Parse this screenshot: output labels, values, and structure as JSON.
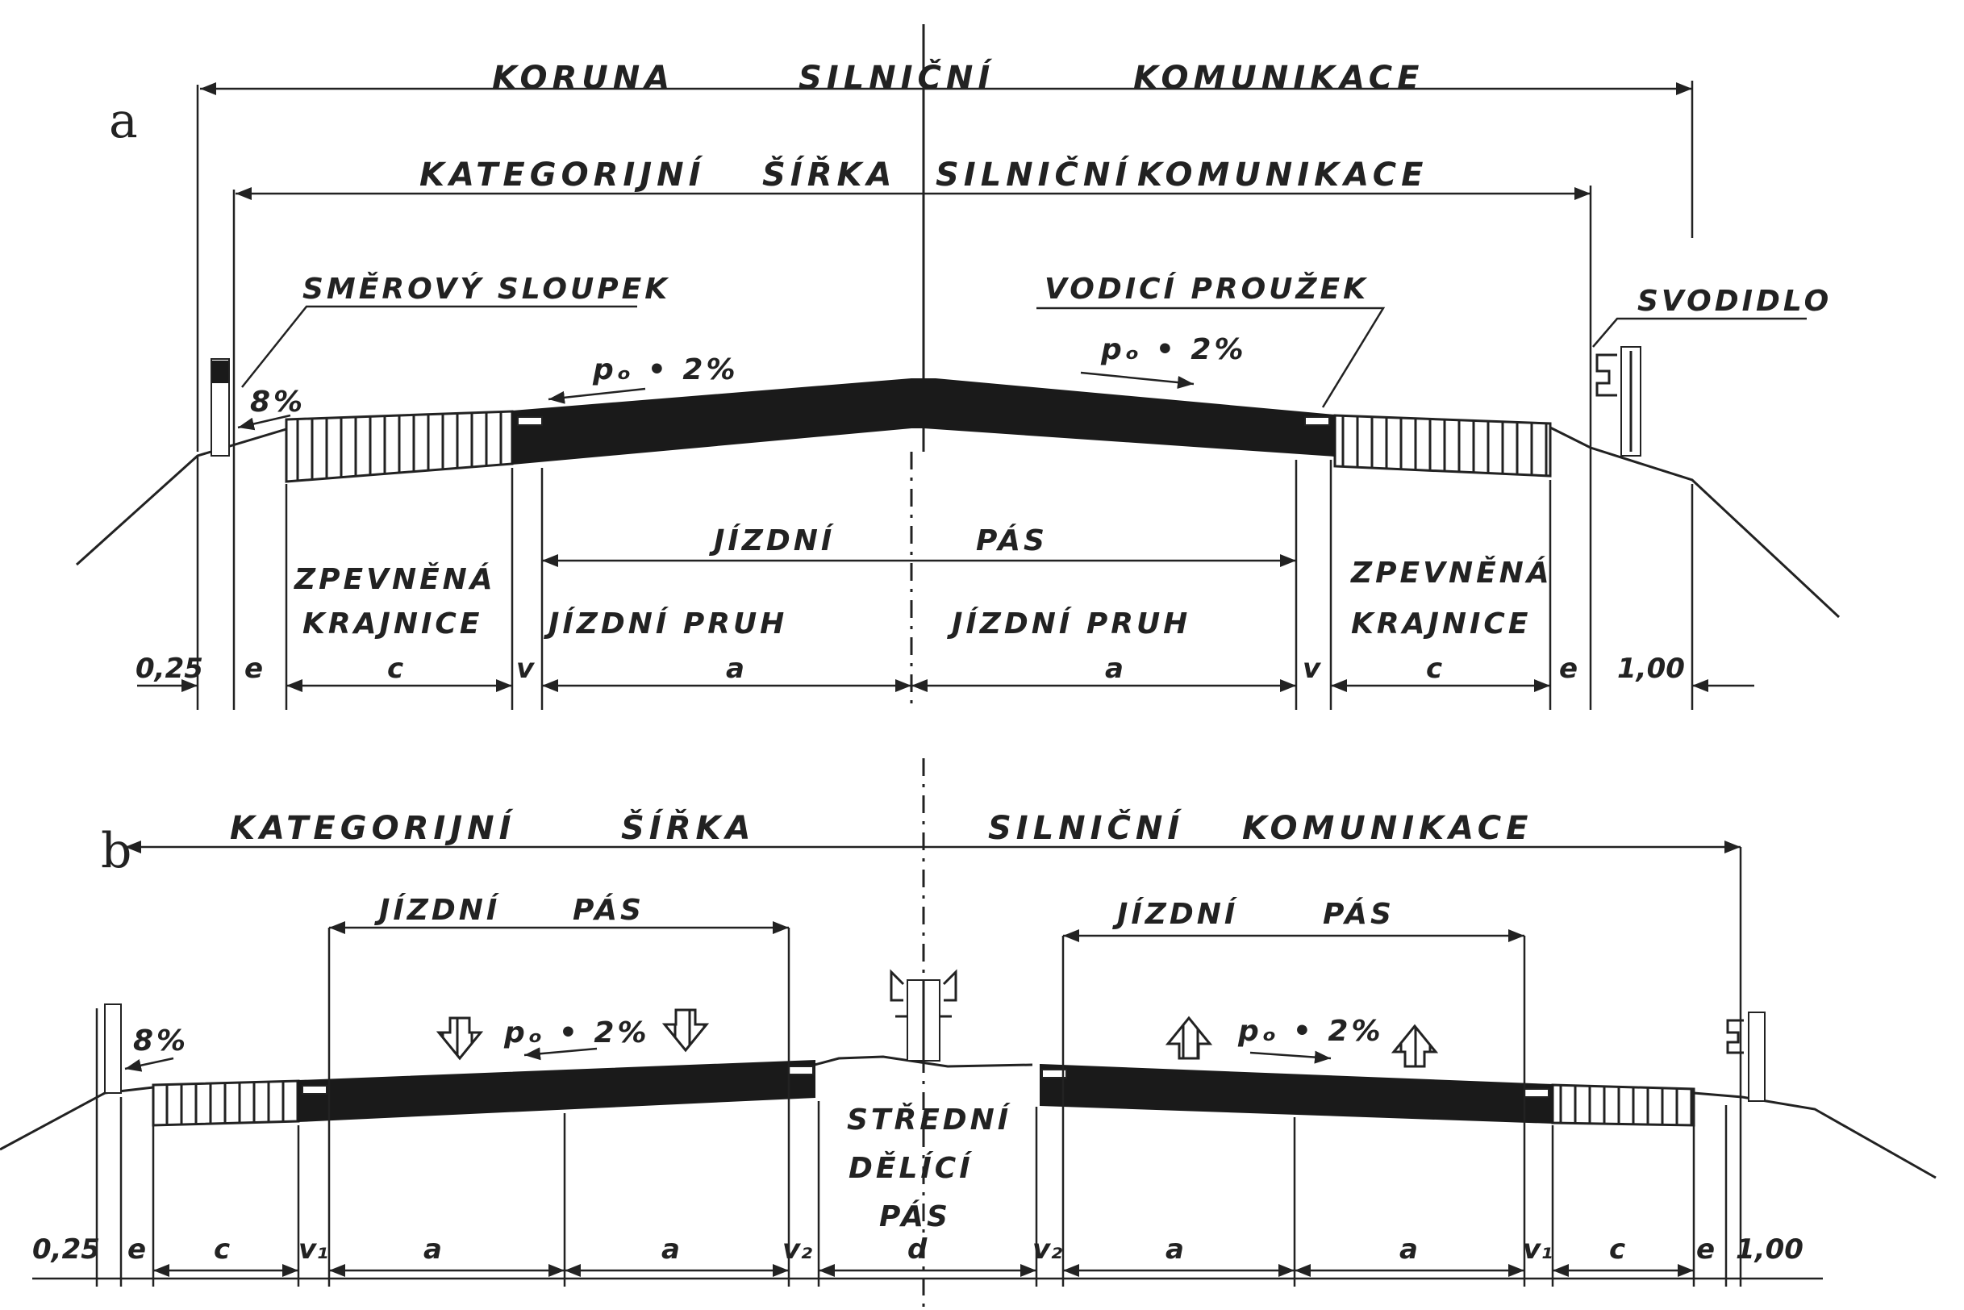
{
  "panel_a": {
    "label": "a",
    "koruna": [
      "KORUNA",
      "SILNIČNÍ",
      "KOMUNIKACE"
    ],
    "kategorijni": [
      "KATEGORIJNÍ",
      "ŠÍŘKA",
      "SILNIČNÍ",
      "KOMUNIKACE"
    ],
    "smerovy_sloupek": "SMĚROVÝ SLOUPEK",
    "vodici_prouzek": "VODICÍ PROUŽEK",
    "svodidlo": "SVODIDLO",
    "slope_8": "8%",
    "slope_left": "pₒ • 2%",
    "slope_right": "pₒ • 2%",
    "jizdni_pas": [
      "JÍZDNÍ",
      "PÁS"
    ],
    "zpevnena_left": [
      "ZPEVNĚNÁ",
      "KRAJNICE"
    ],
    "zpevnena_right": [
      "ZPEVNĚNÁ",
      "KRAJNICE"
    ],
    "pruh_left": "JÍZDNÍ  PRUH",
    "pruh_right": "JÍZDNÍ  PRUH",
    "dims": {
      "d025": "0,25",
      "e_l": "e",
      "c_l": "c",
      "v_l": "v",
      "a_l": "a",
      "a_r": "a",
      "v_r": "v",
      "c_r": "c",
      "e_r": "e",
      "d100": "1,00"
    }
  },
  "panel_b": {
    "label": "b",
    "kategorijni_left": [
      "KATEGORIJNÍ",
      "ŠÍŘKA"
    ],
    "kategorijni_right": [
      "SILNIČNÍ",
      "KOMUNIKACE"
    ],
    "jizdni_pas_left": [
      "JÍZDNÍ",
      "PÁS"
    ],
    "jizdni_pas_right": [
      "JÍZDNÍ",
      "PÁS"
    ],
    "slope_8": "8%",
    "slope_left": "pₒ • 2%",
    "slope_right": "pₒ • 2%",
    "stredni": [
      "STŘEDNÍ",
      "DĚLÍCÍ",
      "PÁS"
    ],
    "dims": {
      "d025": "0,25",
      "e_l": "e",
      "c_l": "c",
      "v1_l": "v₁",
      "a1": "a",
      "a2": "a",
      "v2_l": "v₂",
      "d": "d",
      "v2_r": "v₂",
      "a3": "a",
      "a4": "a",
      "v1_r": "v₁",
      "c_r": "c",
      "e_r": "e",
      "d100": "1,00"
    }
  }
}
